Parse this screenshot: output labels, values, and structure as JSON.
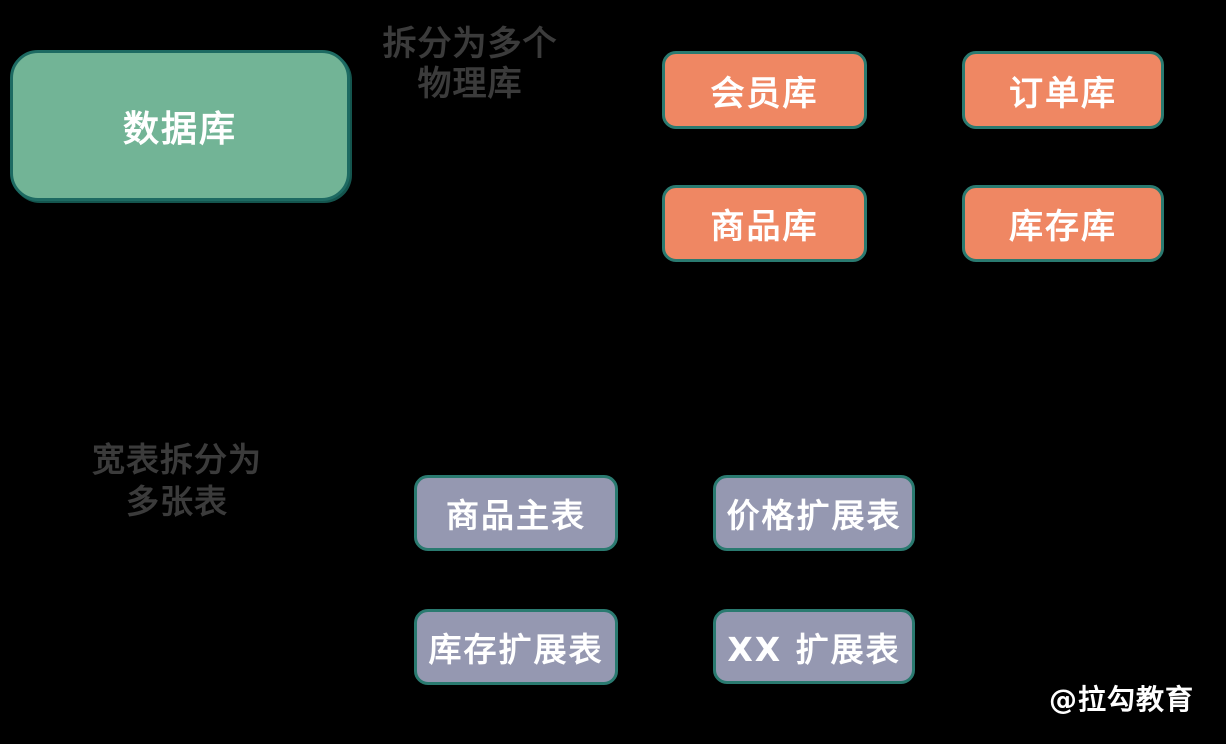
{
  "canvas": {
    "background": "#000000"
  },
  "colors": {
    "database_fill": "#72B496",
    "database_border": "#1D6A62",
    "physical_db_fill": "#EF8763",
    "table_fill": "#9598B1",
    "box_border_teal": "#2A7A70",
    "annotation_text": "#3B3B3B",
    "box_label_text": "#FFFFFF"
  },
  "diagram": {
    "database_box": {
      "label": "数据库"
    },
    "annotation_physical": {
      "line1": "拆分为多个",
      "line2": "物理库"
    },
    "annotation_tables": {
      "line1": "宽表拆分为",
      "line2": "多张表"
    },
    "physical_databases": [
      {
        "label": "会员库"
      },
      {
        "label": "订单库"
      },
      {
        "label": "商品库"
      },
      {
        "label": "库存库"
      }
    ],
    "split_tables": [
      {
        "label": "商品主表"
      },
      {
        "label": "价格扩展表"
      },
      {
        "label": "库存扩展表"
      },
      {
        "label": "XX 扩展表"
      }
    ],
    "watermark": "@拉勾教育"
  }
}
